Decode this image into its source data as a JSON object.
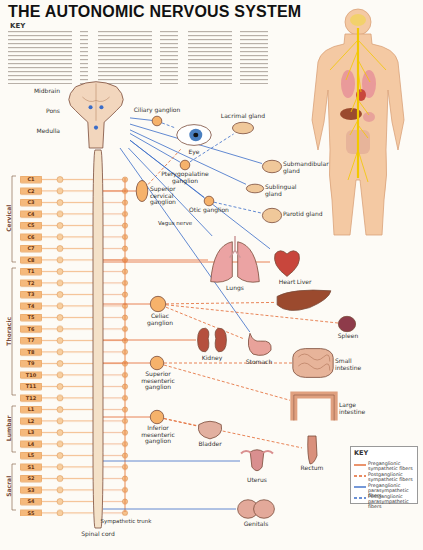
{
  "diagram": {
    "title": "THE AUTONOMIC NERVOUS SYSTEM",
    "nodes": [
      {
        "text": [
          "Midbrain",
          "Pons",
          "Medulla"
        ]
      },
      {
        "text": [
          "Spinal cord"
        ]
      },
      {
        "text": [
          "Ciliary ganglion"
        ]
      },
      {
        "text": [
          "Eye"
        ]
      },
      {
        "text": [
          "Lacrimal gland"
        ]
      },
      {
        "text": [
          "Pterygopalatine ganglion"
        ]
      },
      {
        "text": [
          "Submandibular gland"
        ]
      },
      {
        "text": [
          "Sublingual gland"
        ]
      },
      {
        "text": [
          "Otic ganglion"
        ]
      },
      {
        "text": [
          "Parotid gland"
        ]
      },
      {
        "text": [
          "Superior cervical ganglion"
        ]
      },
      {
        "text": [
          "Lungs"
        ]
      },
      {
        "text": [
          "Heart"
        ]
      },
      {
        "text": [
          "Celiac ganglion"
        ]
      },
      {
        "text": [
          "Liver"
        ]
      },
      {
        "text": [
          "Stomach"
        ]
      },
      {
        "text": [
          "Spleen"
        ]
      },
      {
        "text": [
          "Kidney"
        ]
      },
      {
        "text": [
          "Superior mesenteric ganglion"
        ]
      },
      {
        "text": [
          "Small intestine"
        ]
      },
      {
        "text": [
          "Large intestine"
        ]
      },
      {
        "text": [
          "Inferior mesenteric ganglion"
        ]
      },
      {
        "text": [
          "Bladder"
        ]
      },
      {
        "text": [
          "Rectum"
        ]
      },
      {
        "text": [
          "Uterus"
        ]
      },
      {
        "text": [
          "Genitals"
        ]
      }
    ],
    "edges": [
      {
        "from": 0,
        "to": 2,
        "arrow": "none"
      },
      {
        "from": 2,
        "to": 3,
        "arrow": "none"
      },
      {
        "from": 0,
        "to": 5,
        "arrow": "none"
      },
      {
        "from": 5,
        "to": 4,
        "arrow": "none"
      },
      {
        "from": 0,
        "to": 6,
        "arrow": "none"
      },
      {
        "from": 0,
        "to": 7,
        "arrow": "none"
      },
      {
        "from": 0,
        "to": 8,
        "arrow": "none"
      },
      {
        "from": 8,
        "to": 9,
        "arrow": "none"
      },
      {
        "from": 1,
        "to": 10,
        "arrow": "none"
      },
      {
        "from": 10,
        "to": 3,
        "arrow": "none"
      },
      {
        "from": 0,
        "to": 11,
        "arrow": "none"
      },
      {
        "from": 0,
        "to": 12,
        "arrow": "none"
      },
      {
        "from": 0,
        "to": 15,
        "arrow": "none"
      },
      {
        "from": 1,
        "to": 11,
        "arrow": "none"
      },
      {
        "from": 1,
        "to": 12,
        "arrow": "none"
      },
      {
        "from": 1,
        "to": 13,
        "arrow": "none"
      },
      {
        "from": 13,
        "to": 14,
        "arrow": "none"
      },
      {
        "from": 13,
        "to": 15,
        "arrow": "none"
      },
      {
        "from": 13,
        "to": 16,
        "arrow": "none"
      },
      {
        "from": 1,
        "to": 17,
        "arrow": "none"
      },
      {
        "from": 1,
        "to": 18,
        "arrow": "none"
      },
      {
        "from": 18,
        "to": 19,
        "arrow": "none"
      },
      {
        "from": 18,
        "to": 20,
        "arrow": "none"
      },
      {
        "from": 1,
        "to": 21,
        "arrow": "none"
      },
      {
        "from": 21,
        "to": 22,
        "arrow": "none"
      },
      {
        "from": 21,
        "to": 23,
        "arrow": "none"
      },
      {
        "from": 1,
        "to": 24,
        "arrow": "none"
      },
      {
        "from": 1,
        "to": 25,
        "arrow": "none"
      }
    ],
    "labels": [
      "KEY",
      "Cervical",
      "Thoracic",
      "Lumbar",
      "Sacral",
      "Vagus nerve",
      "Sympathetic trunk",
      "KEY",
      "C1",
      "C2",
      "C3",
      "C4",
      "C5",
      "C6",
      "C7",
      "C8",
      "T1",
      "T2",
      "T3",
      "T4",
      "T5",
      "T6",
      "T7",
      "T8",
      "T9",
      "T10",
      "T11",
      "T12",
      "L1",
      "L2",
      "L3",
      "L4",
      "L5",
      "S1",
      "S2",
      "S3",
      "S4",
      "S5"
    ],
    "legend": [
      {
        "text": "Preganglionic sympathetic fibers"
      },
      {
        "text": "Postganglionic sympathetic fibers"
      },
      {
        "text": "Preganglionic parasympathetic fibers"
      },
      {
        "text": "Postganglionic parasympathetic fibers"
      }
    ]
  }
}
